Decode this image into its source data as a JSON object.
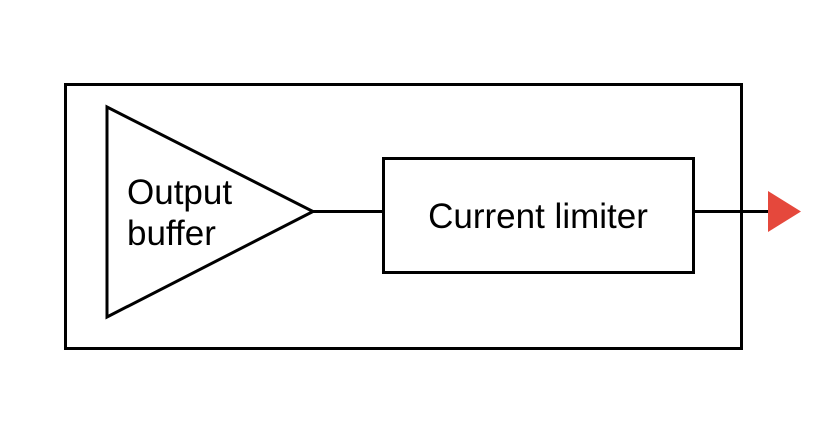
{
  "diagram": {
    "type": "block-diagram",
    "blocks": [
      {
        "id": "output-buffer",
        "shape": "triangle-amplifier",
        "label_lines": [
          "Output",
          "buffer"
        ]
      },
      {
        "id": "current-limiter",
        "shape": "rectangle",
        "label": "Current limiter"
      }
    ],
    "connections": [
      {
        "from": "output-buffer",
        "to": "current-limiter"
      },
      {
        "from": "current-limiter",
        "to": "external-output",
        "terminal": "red-arrowhead"
      }
    ],
    "colors": {
      "stroke": "#000000",
      "arrow": "#e5483c",
      "background": "#ffffff"
    }
  }
}
